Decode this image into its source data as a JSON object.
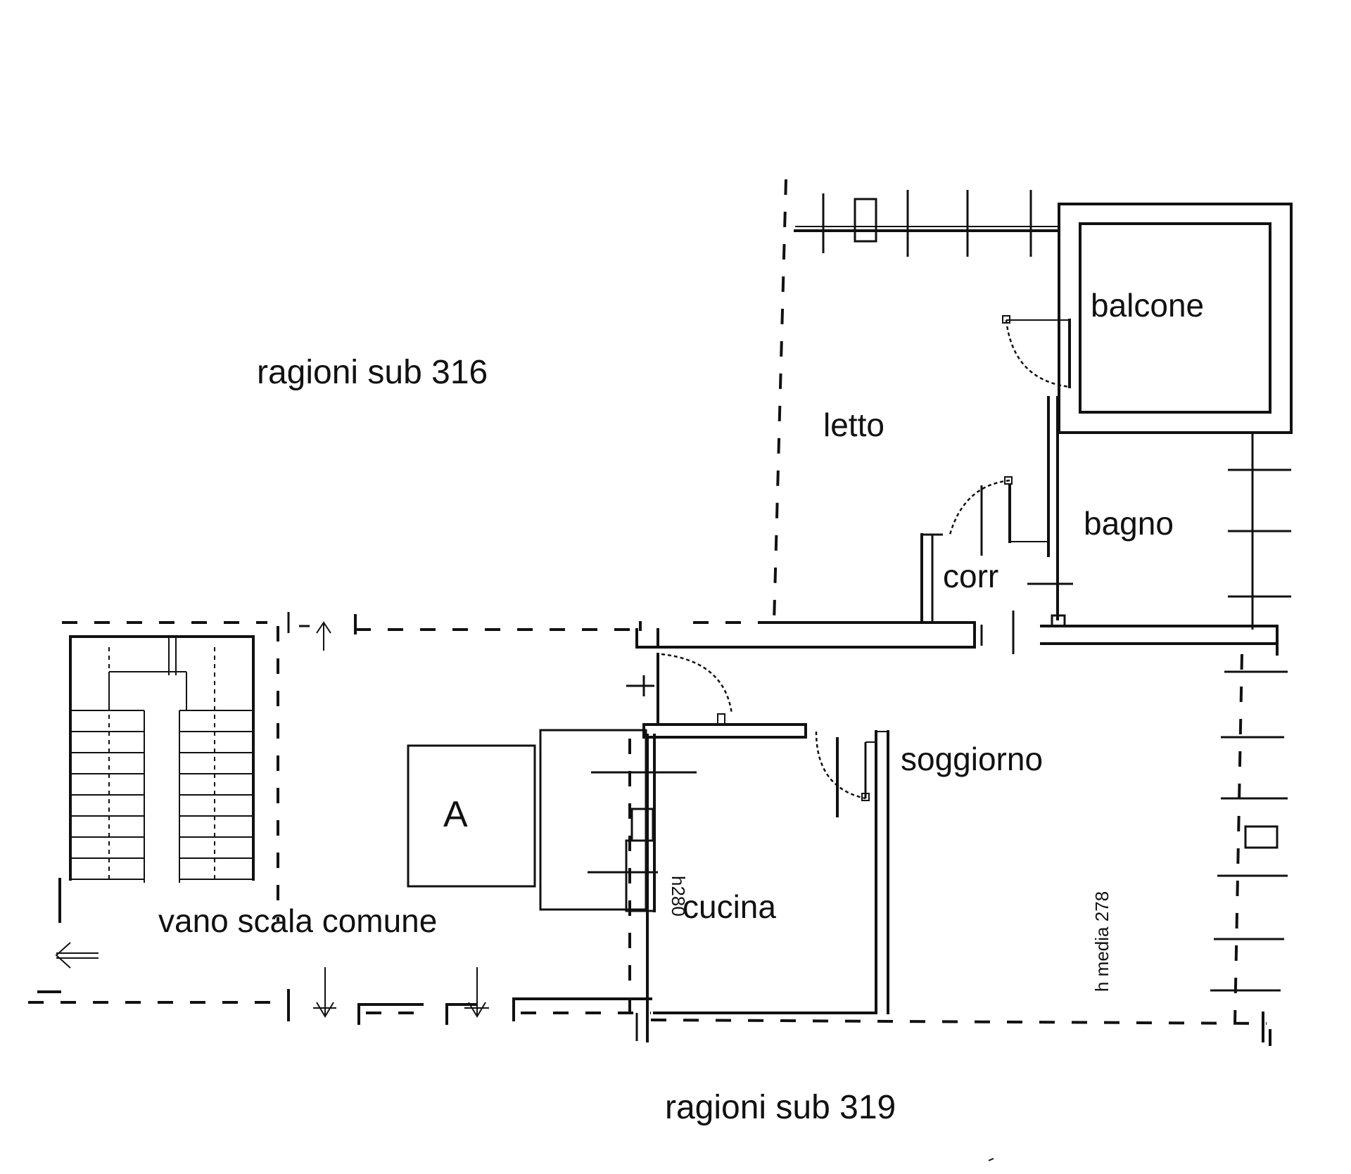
{
  "labels": {
    "ragioni_316": "ragioni sub 316",
    "ragioni_319": "ragioni sub 319",
    "letto": "letto",
    "balcone": "balcone",
    "bagno": "bagno",
    "corr": "corr",
    "soggiorno": "soggiorno",
    "cucina": "cucina",
    "vano_scala": "vano scala comune",
    "room_a": "A",
    "h_cucina": "h280",
    "h_media": "h media 278"
  }
}
